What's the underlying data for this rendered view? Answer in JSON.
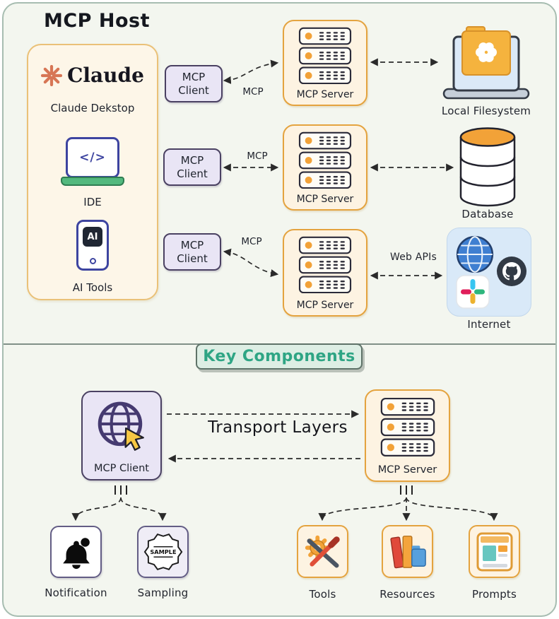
{
  "title": "MCP Host",
  "host_panel": {
    "brand": "Claude",
    "caption": "Claude Dekstop",
    "ide_glyph": "</>",
    "ide_label": "IDE",
    "ai_badge": "AI",
    "ai_tools_label": "AI Tools"
  },
  "rows": [
    {
      "client": "MCP\nClient",
      "protocol": "MCP",
      "server": "MCP Server",
      "resource": "Local Filesystem"
    },
    {
      "client": "MCP\nClient",
      "protocol": "MCP",
      "server": "MCP Server",
      "resource": "Database"
    },
    {
      "client": "MCP\nClient",
      "protocol": "MCP",
      "server": "MCP Server",
      "resource": "Internet",
      "api_label": "Web APIs"
    }
  ],
  "key_components": {
    "badge": "Key Components",
    "transport_label": "Transport Layers",
    "client_label": "MCP Client",
    "server_label": "MCP Server",
    "client_children": [
      {
        "label": "Notification",
        "icon": "bell-icon"
      },
      {
        "label": "Sampling",
        "icon": "stamp-icon",
        "stamp_text": "SAMPLE"
      }
    ],
    "server_children": [
      {
        "label": "Tools",
        "icon": "gear-wrench-icon"
      },
      {
        "label": "Resources",
        "icon": "books-folder-icon"
      },
      {
        "label": "Prompts",
        "icon": "document-layout-icon"
      }
    ]
  },
  "icons": {
    "host_brand": "claude-starburst-icon",
    "ide": "code-laptop-icon",
    "ai_tools": "smartphone-ai-icon",
    "server": "server-rack-icon",
    "local_filesystem": "folder-laptop-icon",
    "database": "database-cylinder-icon",
    "internet": "globe-slack-github-icons",
    "client": "globe-cursor-icon"
  },
  "colors": {
    "canvas_bg": "#f3f6ef",
    "frame_border": "#a7bdb1",
    "cream_fill": "#fdf3e2",
    "orange_border": "#e4a33f",
    "lavender_fill": "#e9e5f5",
    "purple_border": "#4a4162",
    "accent_orange": "#f2a238",
    "claude_coral": "#d77655",
    "badge_text_green": "#2ea584",
    "internet_panel_blue": "#d9e9f8",
    "arrow_dark": "#2a2a2a"
  }
}
